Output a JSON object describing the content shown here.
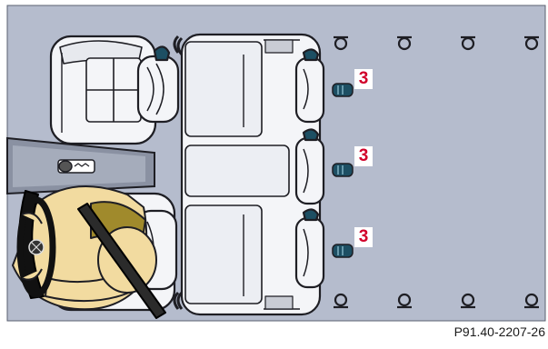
{
  "figure": {
    "code": "P91.40-2207-26",
    "callouts": [
      "3",
      "3",
      "3"
    ]
  },
  "colors": {
    "floor": "#b5bccd",
    "seat": "#f4f5f8",
    "outline": "#1e1e24",
    "skin": "#f2dba0",
    "belt": "#2b2b2b",
    "anchor_cap": "#1d4f63",
    "callout": "#d1002a"
  }
}
